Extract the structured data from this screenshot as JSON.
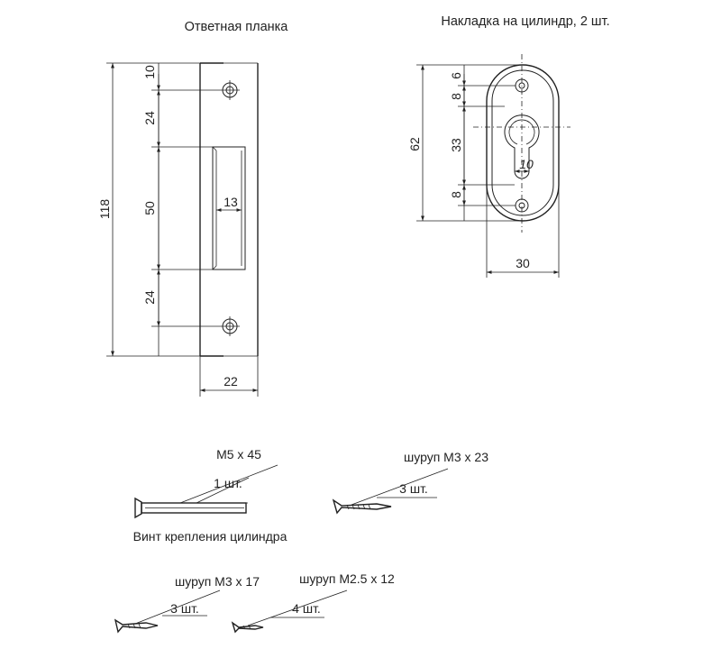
{
  "strike_plate": {
    "title": "Ответная планка",
    "dims": {
      "total_height": "118",
      "top_hole_offset": "10",
      "upper_gap": "24",
      "slot_height": "50",
      "lower_gap": "24",
      "slot_depth": "13",
      "width": "22"
    }
  },
  "cylinder_cover": {
    "title": "Накладка на цилиндр, 2 шт.",
    "dims": {
      "height": "62",
      "top_offset": "6",
      "upper_gap": "8",
      "cylinder_height": "33",
      "lower_gap": "8",
      "cylinder_width": "10",
      "width": "30"
    }
  },
  "fasteners": {
    "cylinder_screw": {
      "size": "М5 х 45",
      "qty": "1 шт.",
      "caption": "Винт крепления цилиндра"
    },
    "screw_23": {
      "size": "шуруп М3 х 23",
      "qty": "3 шт."
    },
    "screw_17": {
      "size": "шуруп М3 х 17",
      "qty": "3 шт."
    },
    "screw_12": {
      "size": "шуруп М2.5 х 12",
      "qty": "4 шт."
    }
  }
}
